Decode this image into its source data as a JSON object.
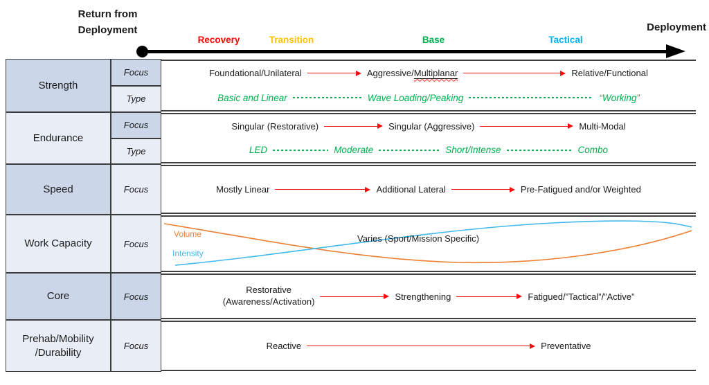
{
  "header": {
    "return_label": "Return from\nDeployment",
    "deployment_label": "Deployment",
    "phases": [
      {
        "label": "Recovery",
        "color": "#FF0000"
      },
      {
        "label": "Transition",
        "color": "#FFC000"
      },
      {
        "label": "Base",
        "color": "#00B050"
      },
      {
        "label": "Tactical",
        "color": "#00B0F0"
      }
    ]
  },
  "curves": {
    "volume_label": "Volume",
    "intensity_label": "Intensity",
    "center_text": "Varies (Sport/Mission Specific)",
    "volume_color": "#ED7D31",
    "intensity_color": "#3FB9EE",
    "volume_trend": "high at return, dips mid-cycle, rises toward deployment",
    "intensity_trend": "low at return, rises through cycle, slight dip at deployment"
  },
  "table": {
    "bands": [
      {
        "label": "Strength",
        "shade": "dark",
        "subrows": [
          {
            "tag": "Focus",
            "shade": "dark",
            "seq": [
              {
                "text": "Foundational/Unilateral"
              },
              {
                "arrow": 78
              },
              {
                "text": "Aggressive/Multiplanar",
                "underline": "Multiplanar"
              },
              {
                "arrow": 148
              },
              {
                "text": "Relative/Functional"
              }
            ]
          },
          {
            "tag": "Type",
            "shade": "light",
            "green": true,
            "seq": [
              {
                "text": "Basic and Linear"
              },
              {
                "dash": 100
              },
              {
                "text": "Wave Loading/Peaking"
              },
              {
                "dash": 180
              },
              {
                "text": "“Working”"
              }
            ]
          }
        ]
      },
      {
        "label": "Endurance",
        "shade": "light",
        "subrows": [
          {
            "tag": "Focus",
            "shade": "dark",
            "seq": [
              {
                "text": "Singular (Restorative)"
              },
              {
                "arrow": 85
              },
              {
                "text": "Singular (Aggressive)"
              },
              {
                "arrow": 135
              },
              {
                "text": "Multi-Modal"
              }
            ]
          },
          {
            "tag": "Type",
            "shade": "light",
            "green": true,
            "seq": [
              {
                "text": "LED"
              },
              {
                "dash": 80
              },
              {
                "text": "Moderate"
              },
              {
                "dash": 88
              },
              {
                "text": "Short/Intense"
              },
              {
                "dash": 95
              },
              {
                "text": "Combo"
              }
            ]
          }
        ]
      },
      {
        "label": "Speed",
        "shade": "dark",
        "subrows": [
          {
            "tag": "Focus",
            "shade": "light",
            "seq": [
              {
                "text": "Mostly Linear"
              },
              {
                "arrow": 138
              },
              {
                "text": "Additional Lateral"
              },
              {
                "arrow": 92
              },
              {
                "text": "Pre-Fatigued and/or Weighted"
              }
            ]
          }
        ]
      },
      {
        "label": "Work Capacity",
        "shade": "light",
        "subrows": [
          {
            "tag": "Focus",
            "shade": "light",
            "curves": true
          }
        ]
      },
      {
        "label": "Core",
        "shade": "dark",
        "subrows": [
          {
            "tag": "Focus",
            "shade": "dark",
            "seq": [
              {
                "text": "Restorative",
                "sub": "(Awareness/Activation)"
              },
              {
                "arrow": 100
              },
              {
                "text": "Strengthening"
              },
              {
                "arrow": 95
              },
              {
                "text": "Fatigued/”Tactical”/”Active”"
              }
            ]
          }
        ]
      },
      {
        "label": "Prehab/Mobility\n/Durability",
        "shade": "light",
        "subrows": [
          {
            "tag": "Focus",
            "shade": "light",
            "seq": [
              {
                "text": "Reactive"
              },
              {
                "arrow": 330
              },
              {
                "text": "Preventative"
              }
            ]
          }
        ]
      }
    ]
  }
}
